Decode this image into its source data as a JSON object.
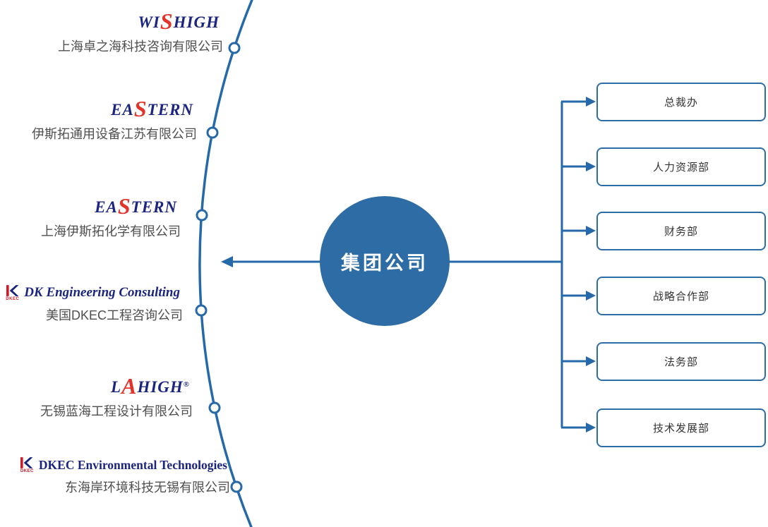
{
  "center": {
    "label": "集团公司"
  },
  "companies": [
    {
      "name": "上海卓之海科技咨询有限公司",
      "logo": {
        "type": "wordmark",
        "segments": [
          {
            "text": "WI"
          },
          {
            "text": "S"
          },
          {
            "text": "HIGH"
          }
        ]
      }
    },
    {
      "name": "伊斯拓通用设备江苏有限公司",
      "logo": {
        "type": "wordmark",
        "segments": [
          {
            "text": "EA"
          },
          {
            "text": "S"
          },
          {
            "text": "TERN"
          }
        ]
      }
    },
    {
      "name": "上海伊斯拓化学有限公司",
      "logo": {
        "type": "wordmark",
        "segments": [
          {
            "text": "EA"
          },
          {
            "text": "S"
          },
          {
            "text": "TERN"
          }
        ]
      }
    },
    {
      "name": "美国DKEC工程咨询公司",
      "logo": {
        "type": "icon-text",
        "icon": "dkec-k-icon",
        "icon_label": "DKEC",
        "text": "DK Engineering Consulting"
      }
    },
    {
      "name": "无锡蓝海工程设计有限公司",
      "logo": {
        "type": "wordmark",
        "segments": [
          {
            "text": "L"
          },
          {
            "text": "A"
          },
          {
            "text": "HIGH"
          },
          {
            "text": "®"
          }
        ]
      }
    },
    {
      "name": "东海岸环境科技无锡有限公司",
      "logo": {
        "type": "icon-text",
        "icon": "dkec-k-icon",
        "icon_label": "DKEC",
        "text": "DKEC Environmental Technologies"
      }
    }
  ],
  "departments": [
    {
      "label": "总裁办"
    },
    {
      "label": "人力资源部"
    },
    {
      "label": "财务部"
    },
    {
      "label": "战略合作部"
    },
    {
      "label": "法务部"
    },
    {
      "label": "技术发展部"
    }
  ],
  "colors": {
    "line_blue": "#2569a8",
    "circle_fill": "#2d6ca4",
    "box_border": "#2d6da5",
    "logo_navy": "#1b2580",
    "logo_red": "#e2342b",
    "name_gray": "#4f4f4f"
  }
}
